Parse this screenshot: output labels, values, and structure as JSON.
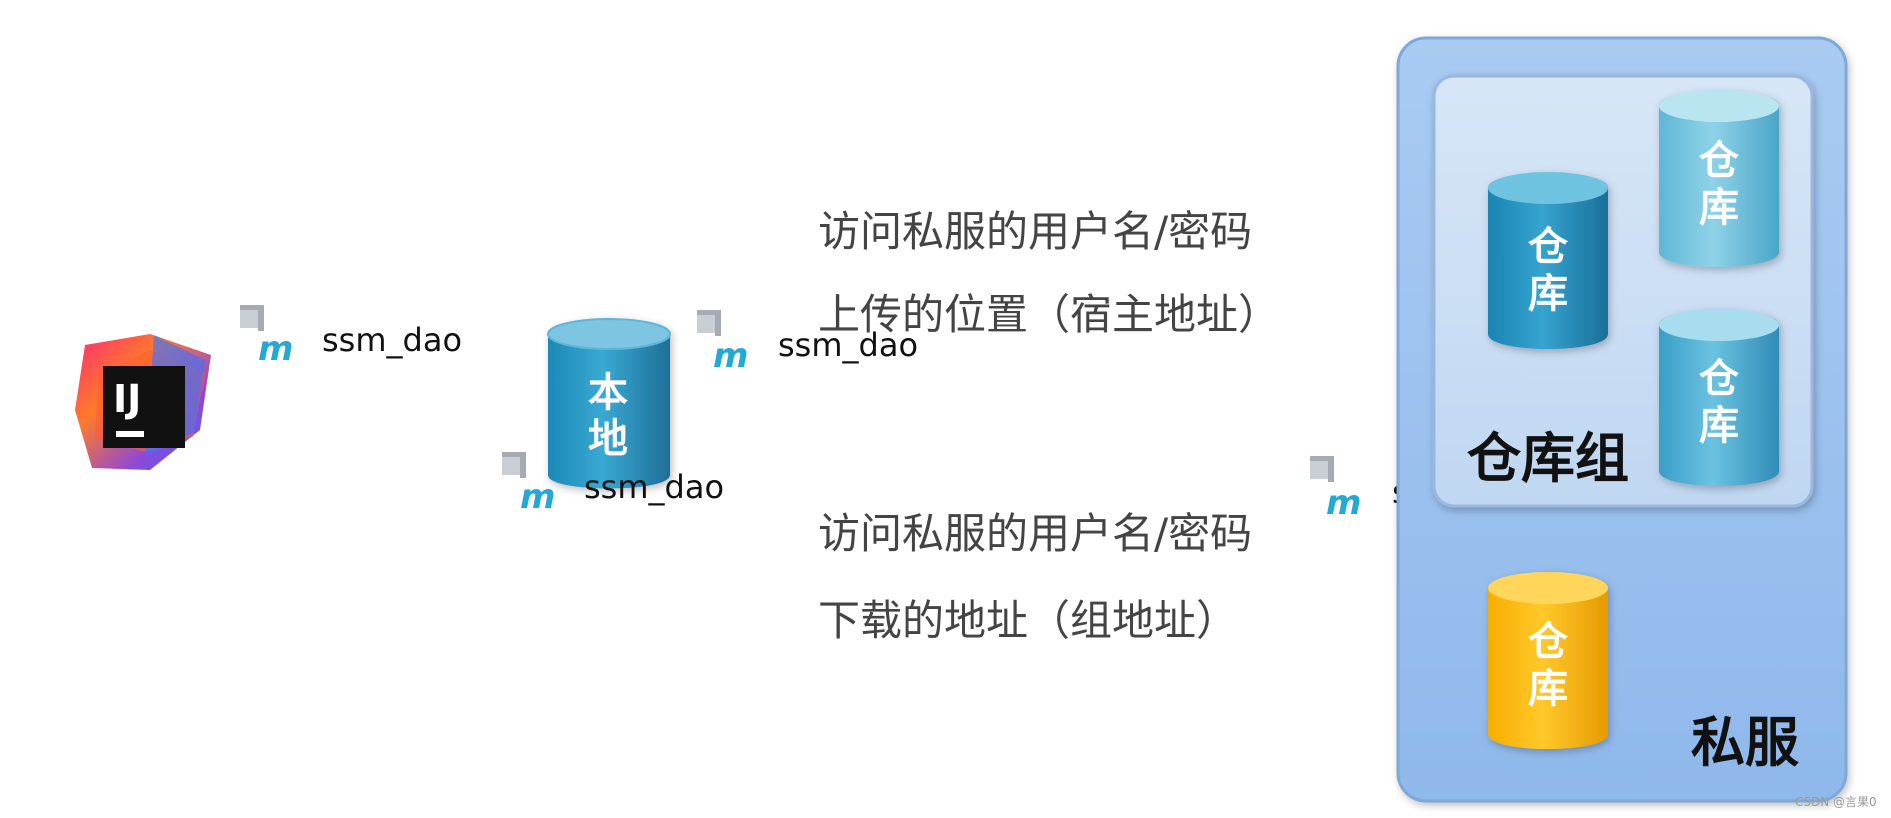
{
  "ide": {
    "logo_text": "IJ"
  },
  "local_repo": {
    "label_line1": "本",
    "label_line2": "地"
  },
  "artifacts": {
    "ide_to_local": "ssm_dao",
    "local_bottom": "ssm_dao",
    "local_to_private": "ssm_dao",
    "private_side": "s"
  },
  "upload_notes": {
    "line1": "访问私服的用户名/密码",
    "line2": "上传的位置（宿主地址）"
  },
  "download_notes": {
    "line1": "访问私服的用户名/密码",
    "line2": "下载的地址（组地址）"
  },
  "private_server": {
    "title": "私服",
    "group_title": "仓库组",
    "repo_line1": "仓",
    "repo_line2": "库"
  },
  "watermark": "CSDN @言果0",
  "colors": {
    "arrow_red": "#ff1a1a",
    "local_blue": "#2f9fc8",
    "repo_blue_dark": "#2b94c0",
    "repo_blue_light": "#7ac8e2",
    "repo_yellow": "#ffc20e",
    "private_bg": "#9ec3ef",
    "group_bg": "#c7dbf3"
  }
}
